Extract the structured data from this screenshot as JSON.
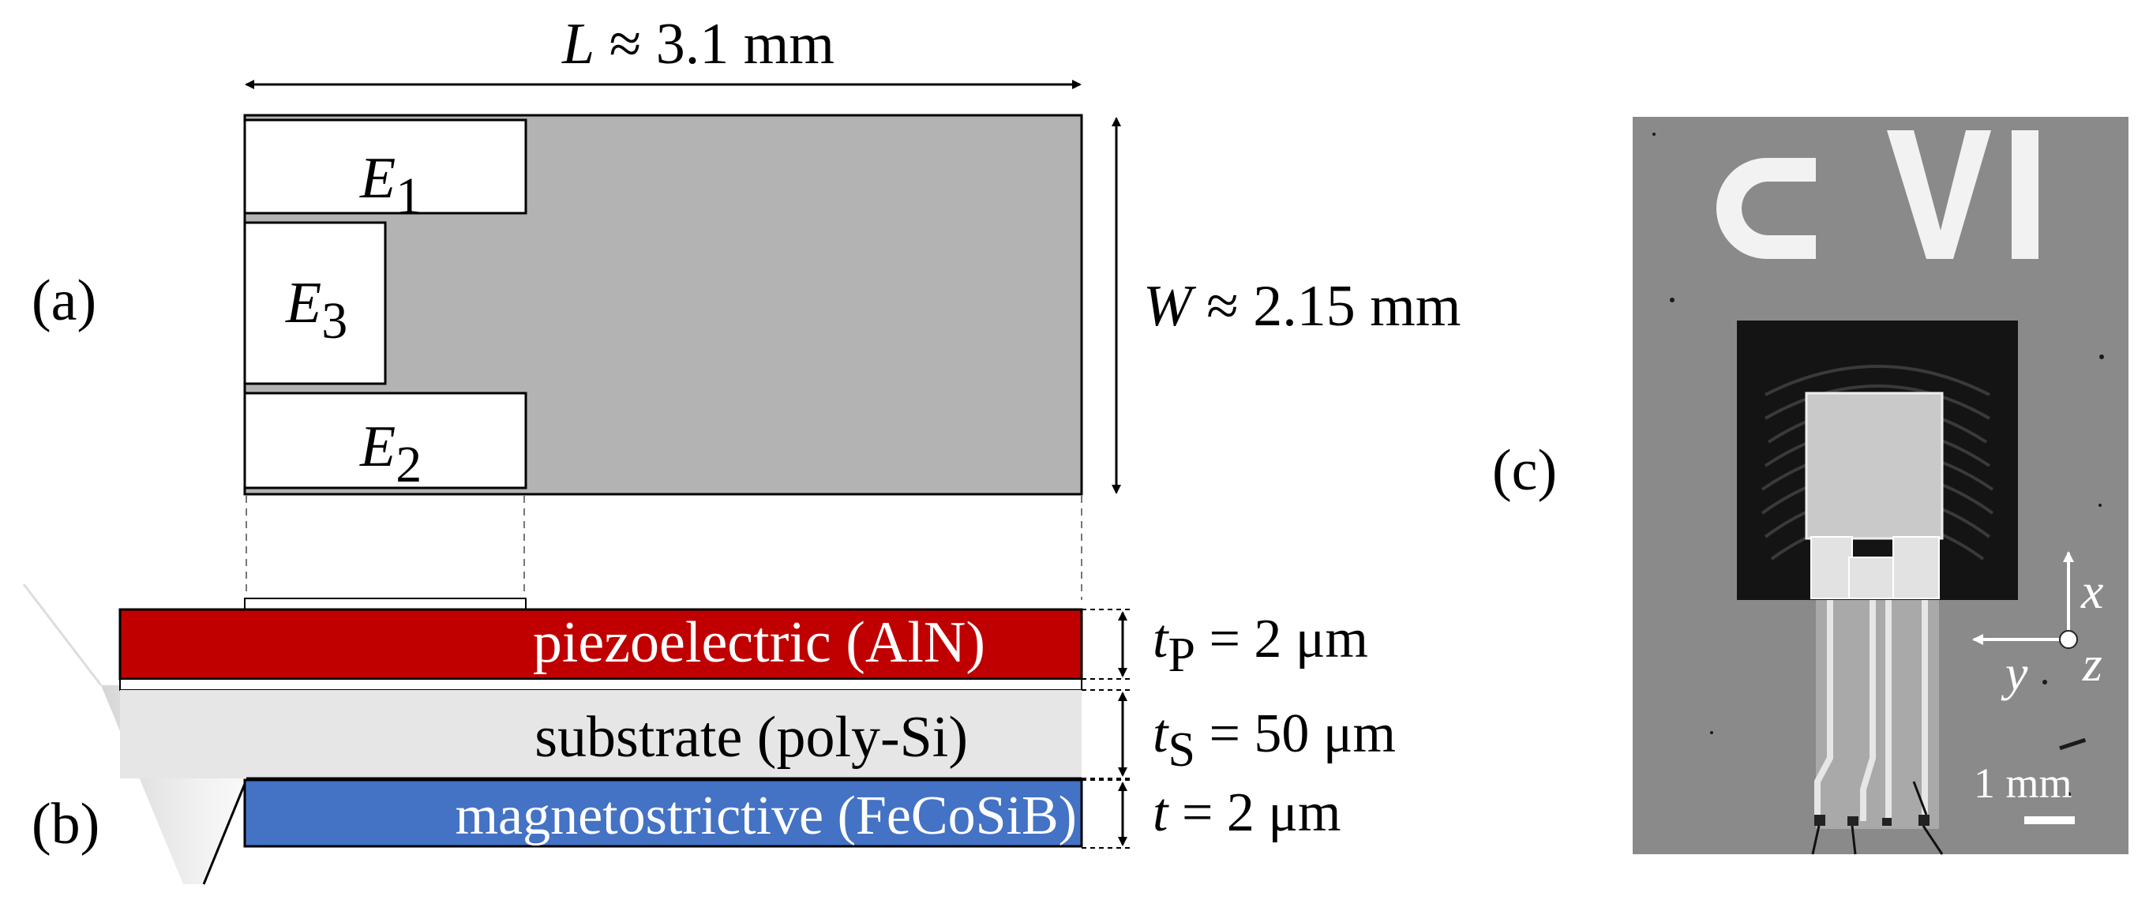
{
  "panel_a": {
    "label": "(a)",
    "length_var": "L",
    "length_rest": " ≈ 3.1 mm",
    "width_var": "W",
    "width_rest": " ≈ 2.15 mm",
    "electrodes": [
      {
        "letter": "E",
        "sub": "1"
      },
      {
        "letter": "E",
        "sub": "3"
      },
      {
        "letter": "E",
        "sub": "2"
      }
    ]
  },
  "panel_b": {
    "label": "(b)",
    "layers": [
      {
        "name": "piezoelectric (AlN)",
        "color": "#c00000",
        "thickness_var": "t",
        "thickness_sub": "P",
        "thickness_rest": " = 2 μm"
      },
      {
        "name": "substrate (poly-Si)",
        "color": "#e6e6e6",
        "thickness_var": "t",
        "thickness_sub": "S",
        "thickness_rest": " = 50 μm"
      },
      {
        "name": "magnetostrictive (FeCoSiB)",
        "color": "#4472c4",
        "thickness_var": "t",
        "thickness_sub": "",
        "thickness_rest": " = 2 μm"
      }
    ]
  },
  "panel_c": {
    "label": "(c)",
    "logo_text": "CVI",
    "axis_x": "x",
    "axis_y": "y",
    "axis_z": "z",
    "scale_bar": "1 mm"
  },
  "colors": {
    "plate": "#b3b3b3",
    "electrode": "#ffffff",
    "photo_background": "#8a8a8a",
    "photo_dark": "#141414"
  }
}
